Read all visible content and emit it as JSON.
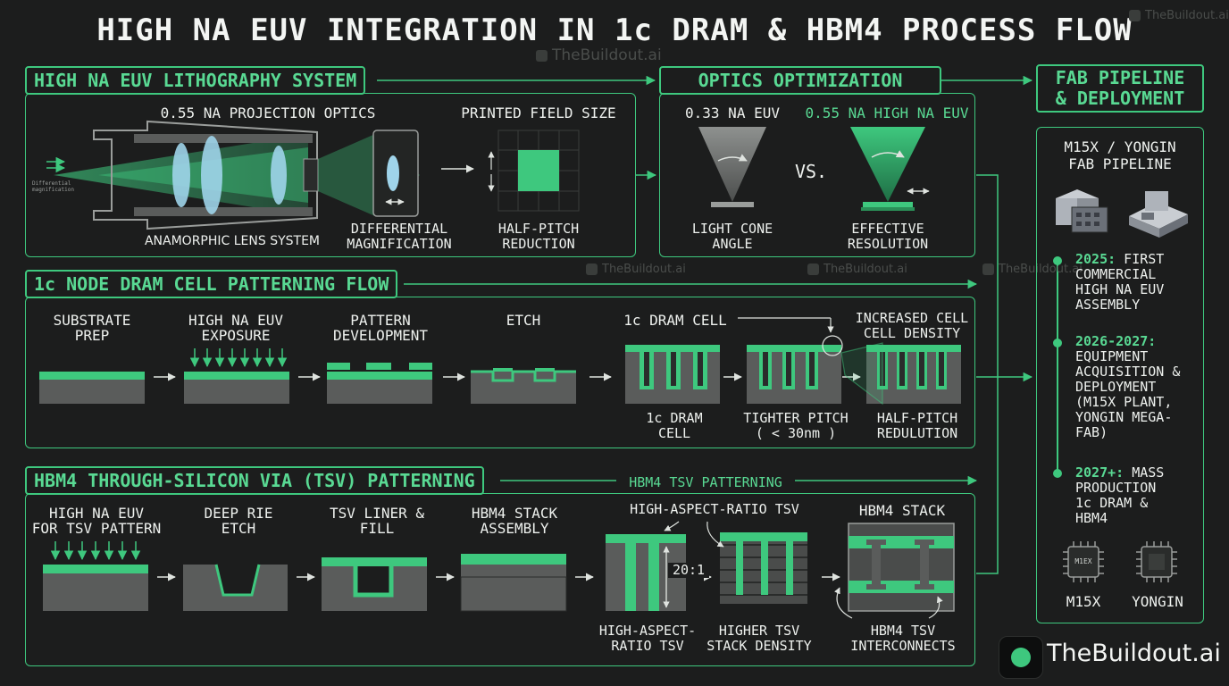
{
  "title": "HIGH NA EUV INTEGRATION IN 1c DRAM & HBM4 PROCESS FLOW",
  "watermark": "TheBuildout.ai",
  "litho": {
    "tag": "HIGH NA EUV LITHOGRAPHY SYSTEM",
    "projection": "0.55 NA PROJECTION OPTICS",
    "field_size": "PRINTED FIELD SIZE",
    "tiny_note": "Differential magnification",
    "lens_system": "ANAMORPHIC LENS SYSTEM",
    "diff_mag": "DIFFERENTIAL\nMAGNIFICATION",
    "half_pitch": "HALF-PITCH\nREDUCTION"
  },
  "optics": {
    "tag": "OPTICS OPTIMIZATION",
    "na033": "0.33 NA EUV",
    "na055": "0.55 NA HIGH NA EUV",
    "vs": "VS.",
    "cone": "LIGHT CONE\nANGLE",
    "resolution": "EFFECTIVE\nRESOLUTION"
  },
  "fab": {
    "tag": "FAB PIPELINE\n& DEPLOYMENT",
    "pipeline": "M15X / YONGIN\nFAB PIPELINE",
    "timeline": [
      {
        "year": "2025:",
        "text": " FIRST\nCOMMERCIAL\nHIGH NA EUV\nASSEMBLY"
      },
      {
        "year": "2026-2027:",
        "text": "\nEQUIPMENT\nACQUISITION &\nDEPLOYMENT\n(M15X PLANT,\nYONGIN MEGA-\nFAB)"
      },
      {
        "year": "2027+:",
        "text": " MASS\nPRODUCTION\n1c DRAM &\nHBM4"
      }
    ],
    "chip1_mark": "M1EX",
    "chip1": "M15X",
    "chip2": "YONGIN"
  },
  "dram": {
    "tag": "1c NODE DRAM CELL PATTERNING FLOW",
    "steps": [
      "SUBSTRATE\nPREP",
      "HIGH NA EUV\nEXPOSURE",
      "PATTERN\nDEVELOPMENT",
      "ETCH"
    ],
    "cell_title": "1c DRAM CELL",
    "density": "INCREASED CELL\nCELL DENSITY",
    "cell": "1c DRAM\nCELL",
    "pitch": "TIGHTER PITCH\n( < 30nm )",
    "halfpitch": "HALF-PITCH\nREDULUTION"
  },
  "hbm": {
    "tag": "HBM4 THROUGH-SILICON VIA (TSV) PATTERNING",
    "sub": "HBM4 TSV PATTERNING",
    "steps": [
      "HIGH NA EUV\nFOR TSV PATTERN",
      "DEEP RIE\nETCH",
      "TSV LINER &\nFILL",
      "HBM4 STACK\nASSEMBLY"
    ],
    "har_top": "HIGH-ASPECT-RATIO TSV",
    "ratio": "20:1",
    "stack": "HBM4 STACK",
    "har_bottom": "HIGH-ASPECT-\nRATIO TSV",
    "higher": "HIGHER TSV\nSTACK DENSITY",
    "interconnects": "HBM4 TSV\nINTERCONNECTS"
  },
  "brand": "TheBuildout.ai",
  "colors": {
    "accent": "#3ec87e",
    "bg": "#1c1d1d",
    "gray": "#5a5c5b"
  }
}
